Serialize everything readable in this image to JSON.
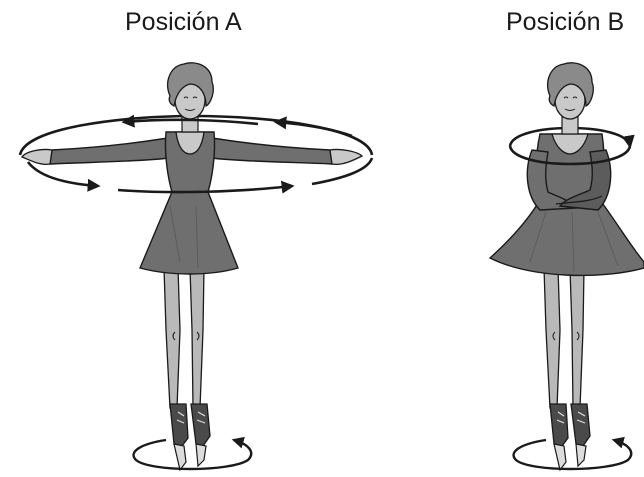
{
  "positions": [
    {
      "label": "Posición A",
      "arms": "extended"
    },
    {
      "label": "Posición B",
      "arms": "crossed"
    }
  ],
  "colors": {
    "dress": "#6f6f6f",
    "dress_shade": "#5c5c5c",
    "skin": "#c9c9c9",
    "legs": "#b9b9b9",
    "hair": "#8a8a8a",
    "skates": "#4a4a4a",
    "outline": "#1a1a1a"
  }
}
